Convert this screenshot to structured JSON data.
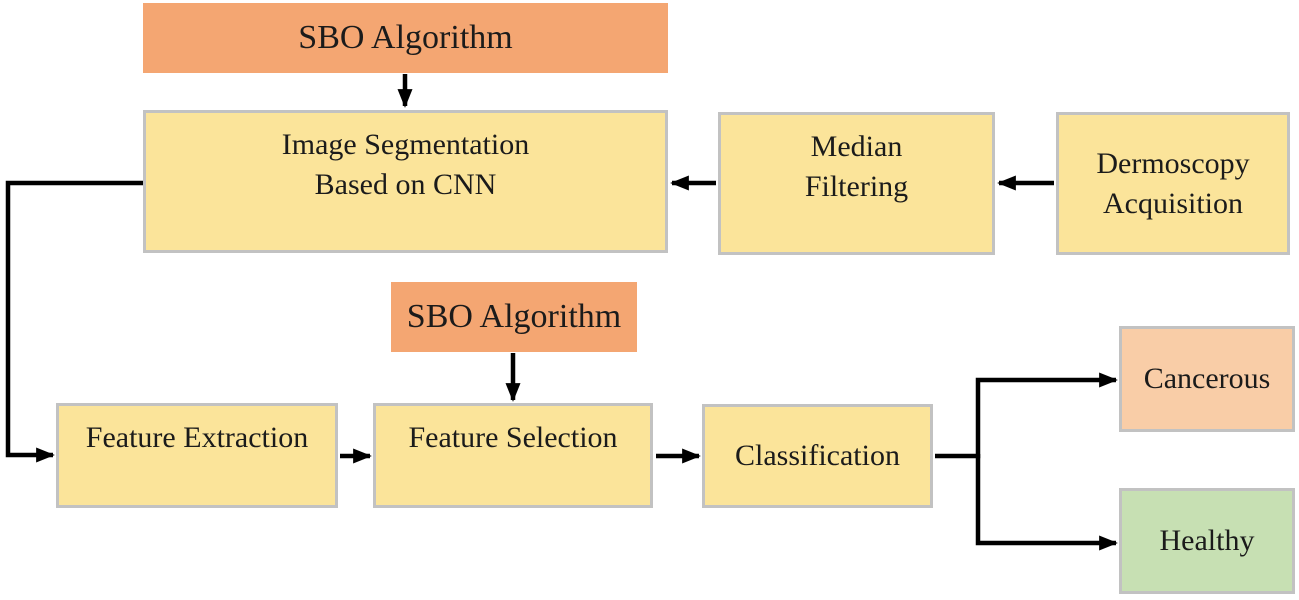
{
  "diagram": {
    "nodes": {
      "sbo_top": {
        "label": "SBO Algorithm"
      },
      "image_segmentation": {
        "lines": [
          "Image Segmentation",
          "Based on CNN"
        ]
      },
      "median_filtering": {
        "lines": [
          "Median",
          "Filtering"
        ]
      },
      "dermoscopy": {
        "lines": [
          "Dermoscopy",
          "Acquisition"
        ]
      },
      "sbo_mid": {
        "label": "SBO Algorithm"
      },
      "feature_extraction": {
        "label": "Feature Extraction"
      },
      "feature_selection": {
        "label": "Feature Selection"
      },
      "classification": {
        "label": "Classification"
      },
      "cancerous": {
        "label": "Cancerous"
      },
      "healthy": {
        "label": "Healthy"
      }
    },
    "edges": [
      {
        "from": "sbo-algorithm-top",
        "to": "image-segmentation"
      },
      {
        "from": "dermoscopy-acquisition",
        "to": "median-filtering"
      },
      {
        "from": "median-filtering",
        "to": "image-segmentation"
      },
      {
        "from": "image-segmentation",
        "to": "feature-extraction"
      },
      {
        "from": "sbo-algorithm-mid",
        "to": "feature-selection"
      },
      {
        "from": "feature-extraction",
        "to": "feature-selection"
      },
      {
        "from": "feature-selection",
        "to": "classification"
      },
      {
        "from": "classification",
        "to": "cancerous"
      },
      {
        "from": "classification",
        "to": "healthy"
      }
    ],
    "colors": {
      "node_orange": "#f4a672",
      "node_yellow": "#fbe49a",
      "node_peach": "#f9cda7",
      "node_green": "#c7e0b3",
      "node_border": "#c2c2c2",
      "arrow": "#000000",
      "text": "#1b1b1b",
      "background": "#ffffff"
    }
  }
}
